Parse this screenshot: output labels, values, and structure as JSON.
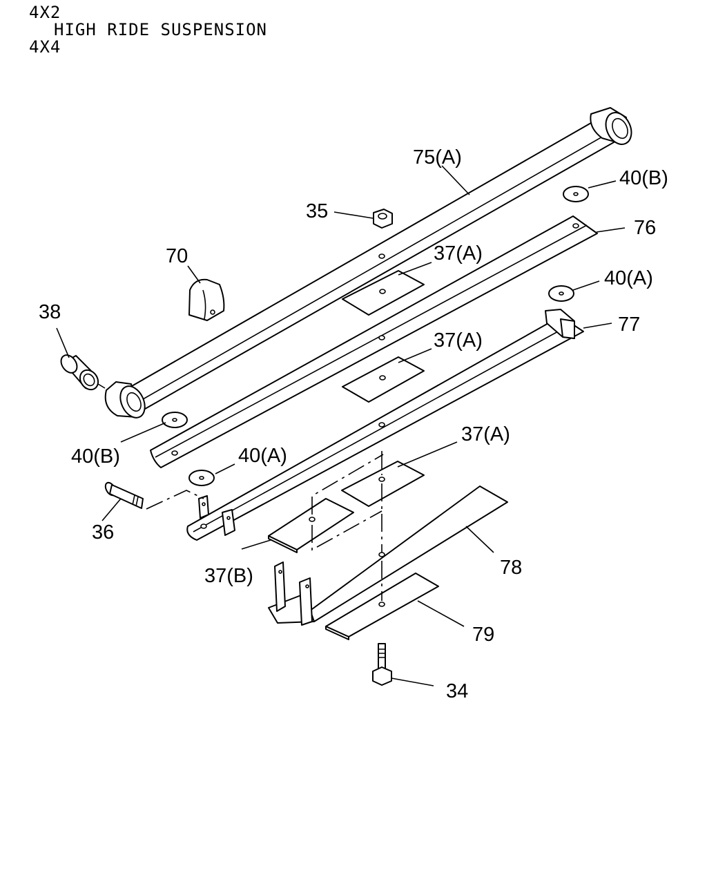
{
  "header": {
    "line1": "4X2",
    "line2": "HIGH RIDE SUSPENSION",
    "line3": "4X4"
  },
  "callouts": {
    "c75a": "75(A)",
    "c40b_top": "40(B)",
    "c35": "35",
    "c76": "76",
    "c70": "70",
    "c37a_1": "37(A)",
    "c40a_top": "40(A)",
    "c38": "38",
    "c37a_2": "37(A)",
    "c77": "77",
    "c37a_3": "37(A)",
    "c40b_bottom": "40(B)",
    "c40a_bottom": "40(A)",
    "c36": "36",
    "c78": "78",
    "c37b": "37(B)",
    "c79": "79",
    "c34": "34"
  }
}
